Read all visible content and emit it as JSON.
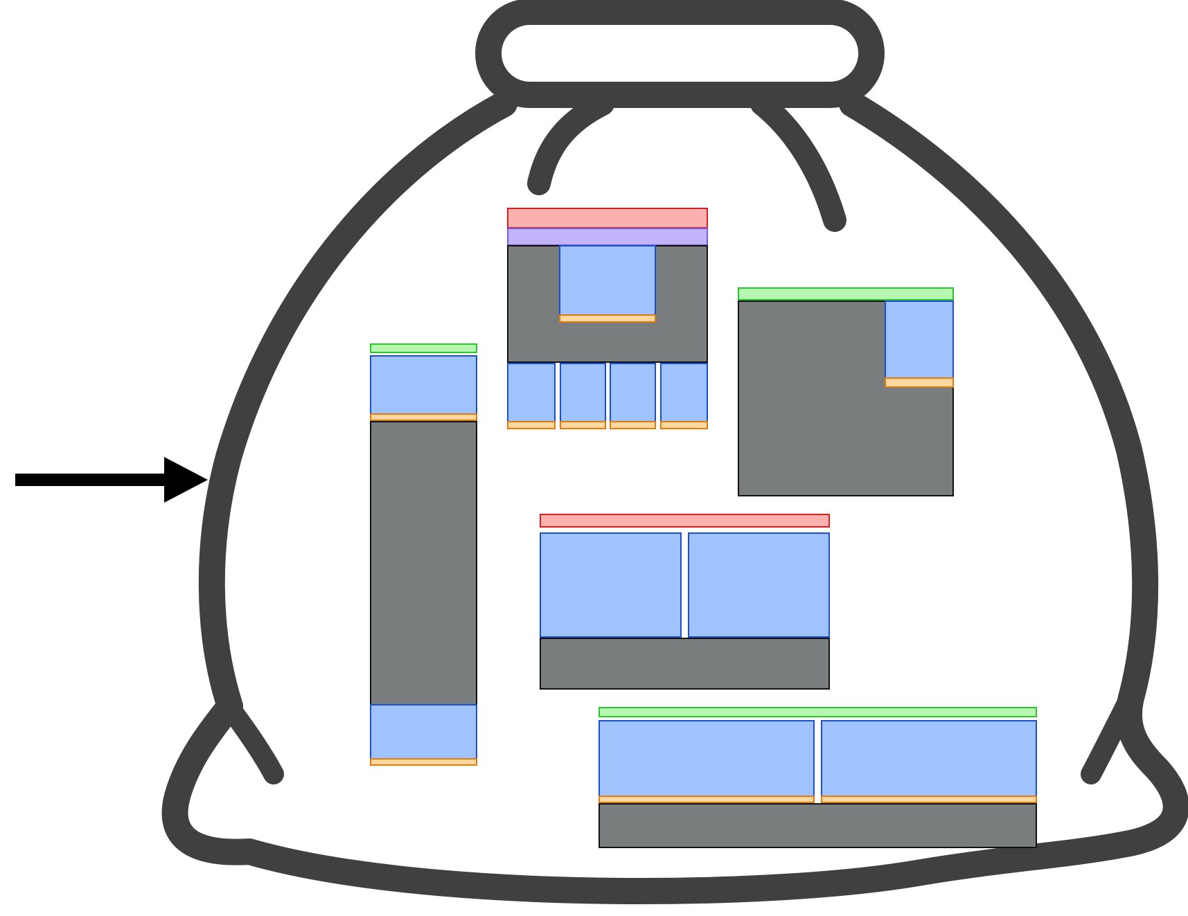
{
  "colors": {
    "bag_outline": "#404040",
    "background": "#ffffff",
    "arrow": "#000000",
    "gray_block": "#7a7d7d",
    "block_outline": "#111111",
    "blue_fill": "#a0c2fd",
    "blue_stroke": "#1a4fd0",
    "orange_fill": "#fdd7a0",
    "orange_stroke": "#e07b10",
    "green_fill": "#b6f7b2",
    "green_stroke": "#2fc42f",
    "red_fill": "#fdb0b0",
    "red_stroke": "#d42020",
    "purple_fill": "#c2b4fa",
    "purple_stroke": "#7a5ce0"
  },
  "icons": {
    "bag": "sack-icon",
    "arrow": "arrow-right-icon"
  },
  "blocks": [
    {
      "name": "block-tall-column",
      "cap_color": "green",
      "layout": "blue-on-top-gray-middle-blue-bottom"
    },
    {
      "name": "block-top-center",
      "cap_colors": [
        "red",
        "purple"
      ],
      "layout": "gray-with-inset-blue-and-four-blue-tiles"
    },
    {
      "name": "block-right-square",
      "cap_color": "green",
      "layout": "gray-with-corner-blue"
    },
    {
      "name": "block-middle-wide",
      "cap_color": "red",
      "layout": "two-blue-over-gray"
    },
    {
      "name": "block-bottom-wide",
      "cap_color": "green",
      "layout": "two-blue-over-gray"
    }
  ]
}
